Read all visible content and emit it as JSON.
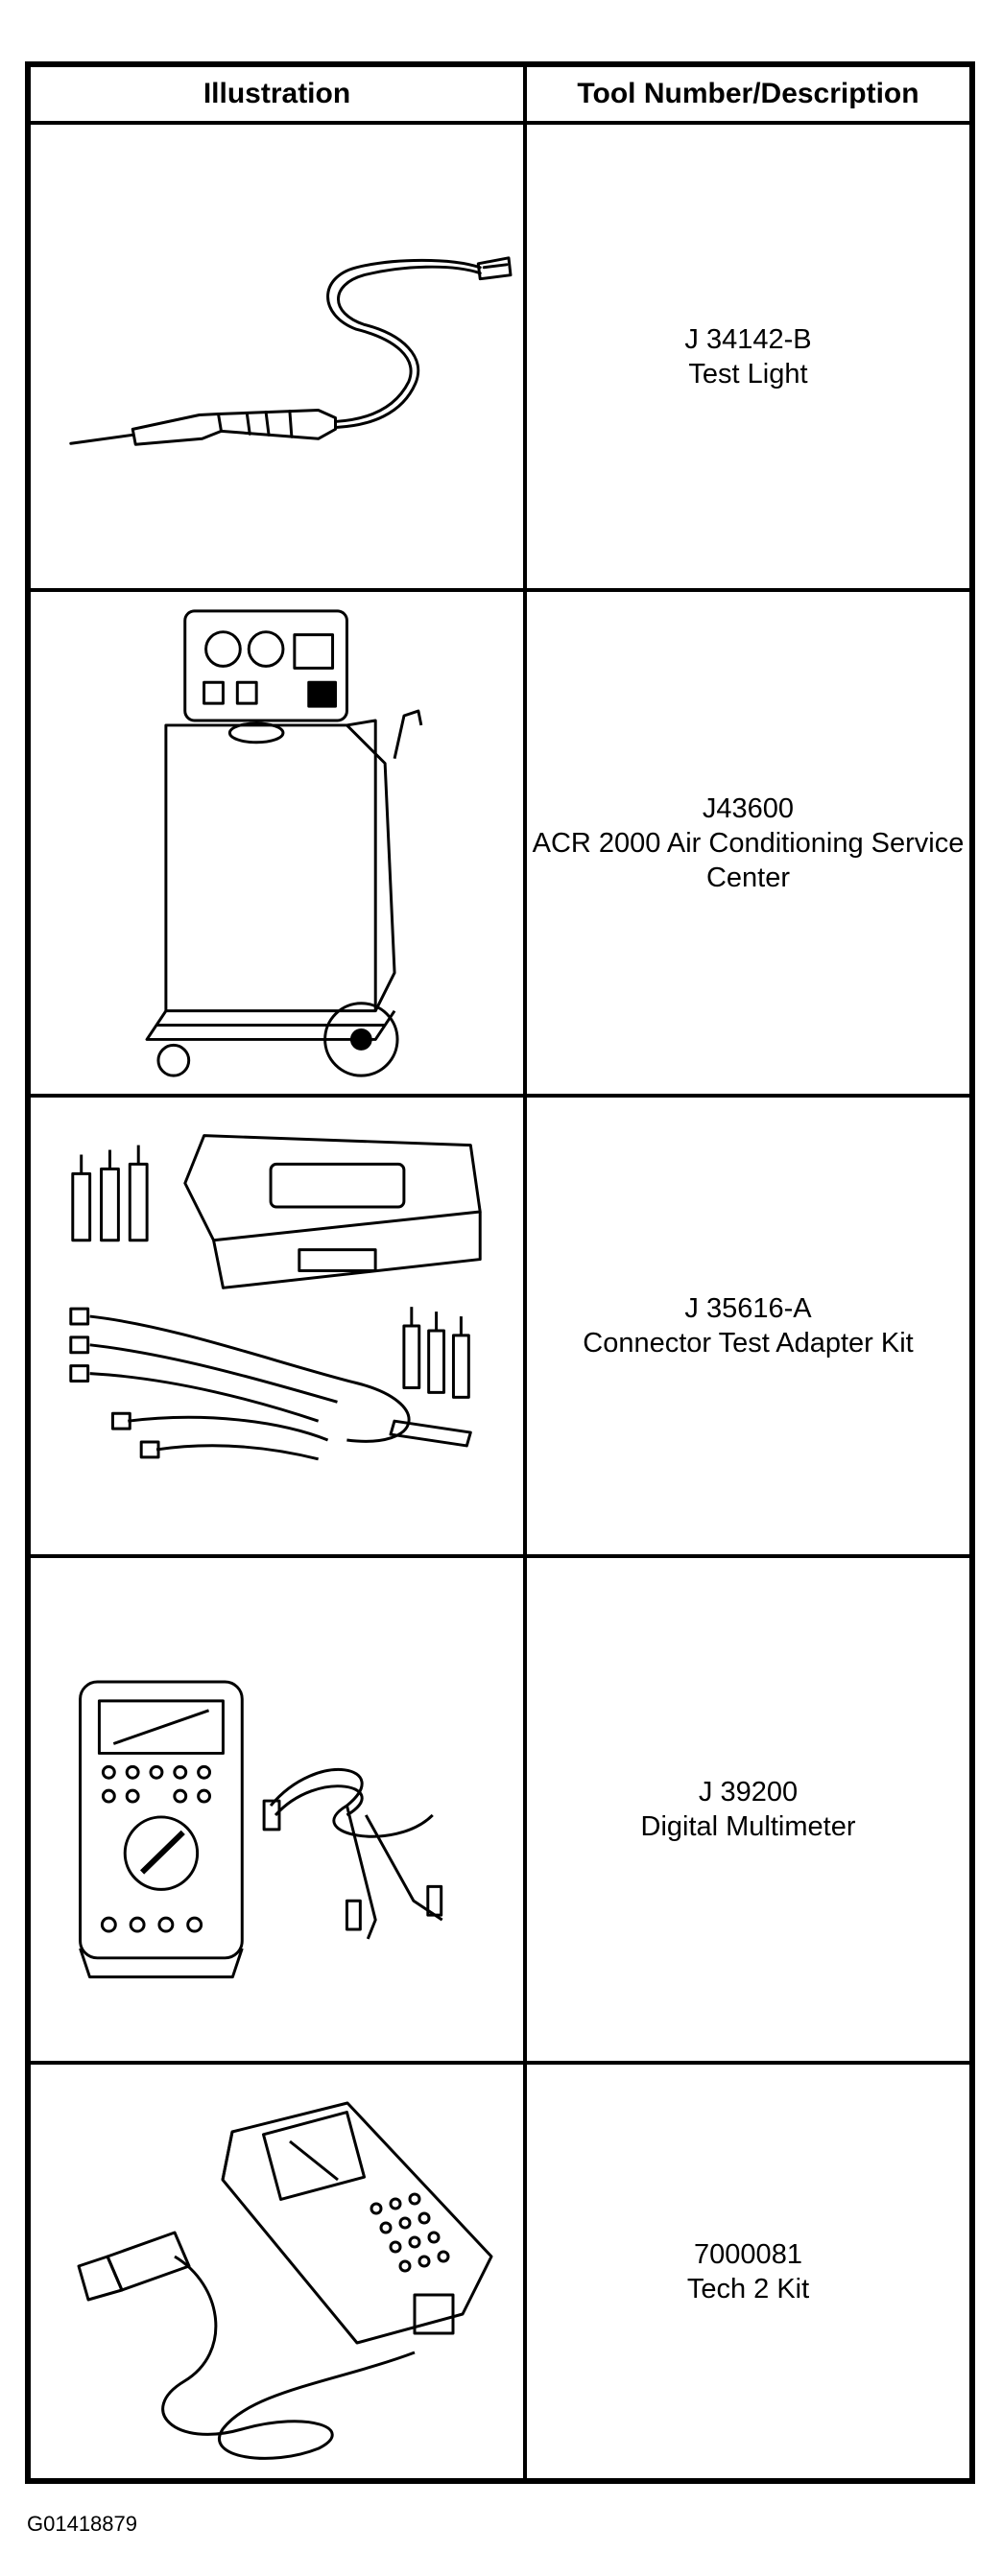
{
  "table": {
    "headers": {
      "illustration": "Illustration",
      "tool": "Tool Number/Description"
    },
    "rows": [
      {
        "number": "J 34142-B",
        "description": "Test Light",
        "icon": "test-light-icon"
      },
      {
        "number": "J43600",
        "description": "ACR 2000 Air Conditioning Service Center",
        "icon": "ac-service-center-icon"
      },
      {
        "number": "J 35616-A",
        "description": "Connector Test Adapter Kit",
        "icon": "adapter-kit-icon"
      },
      {
        "number": "J 39200",
        "description": "Digital Multimeter",
        "icon": "multimeter-icon"
      },
      {
        "number": "7000081",
        "description": "Tech 2 Kit",
        "icon": "tech2-scan-tool-icon"
      }
    ]
  },
  "figure_code": "G01418879"
}
